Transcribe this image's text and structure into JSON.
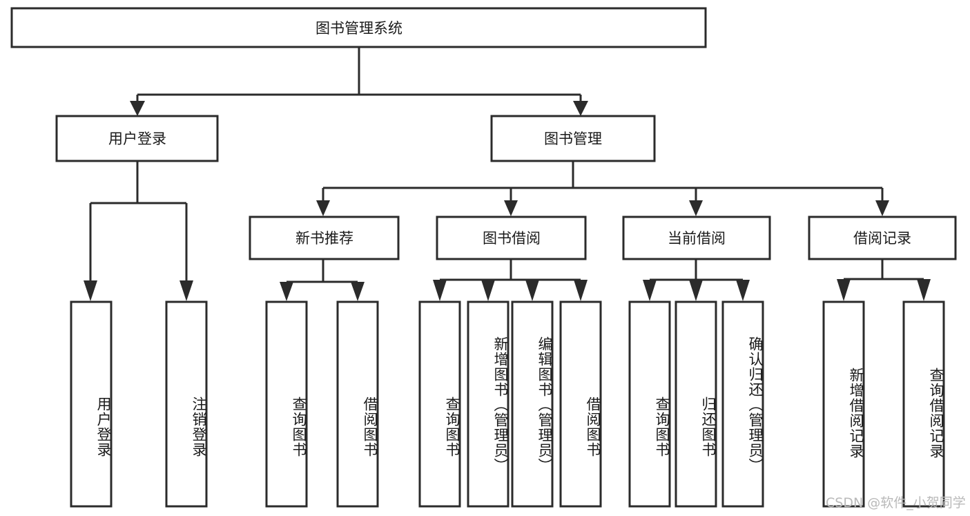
{
  "diagram": {
    "title": "图书管理系统",
    "type": "tree",
    "orientation": "top-down",
    "colors": {
      "box_stroke": "#2b2b2b",
      "box_fill": "#ffffff",
      "connector": "#2b2b2b",
      "text": "#1a1a1a",
      "background": "#ffffff",
      "watermark": "#b9b9b9"
    },
    "root": {
      "id": "root",
      "label": "图书管理系统"
    },
    "level2": [
      {
        "id": "user-login",
        "label": "用户登录"
      },
      {
        "id": "book-manage",
        "label": "图书管理"
      }
    ],
    "level3": [
      {
        "id": "new-book-recommend",
        "label": "新书推荐"
      },
      {
        "id": "book-borrow",
        "label": "图书借阅"
      },
      {
        "id": "current-borrow",
        "label": "当前借阅"
      },
      {
        "id": "borrow-record",
        "label": "借阅记录"
      }
    ],
    "leaves": {
      "user_login": [
        {
          "id": "leaf-user-login",
          "label": "用户登录"
        },
        {
          "id": "leaf-logout-login",
          "label": "注销登录"
        }
      ],
      "new_book_recommend": [
        {
          "id": "leaf-query-book-1",
          "label": "查询图书"
        },
        {
          "id": "leaf-borrow-book-1",
          "label": "借阅图书"
        }
      ],
      "book_borrow": [
        {
          "id": "leaf-query-book-2",
          "label": "查询图书"
        },
        {
          "id": "leaf-add-book",
          "label": "新增图书（管理员）"
        },
        {
          "id": "leaf-edit-book",
          "label": "编辑图书（管理员）"
        },
        {
          "id": "leaf-borrow-book-2",
          "label": "借阅图书"
        }
      ],
      "current_borrow": [
        {
          "id": "leaf-query-book-3",
          "label": "查询图书"
        },
        {
          "id": "leaf-return-book",
          "label": "归还图书"
        },
        {
          "id": "leaf-confirm-return",
          "label": "确认归还（管理员）"
        }
      ],
      "borrow_record": [
        {
          "id": "leaf-add-record",
          "label": "新增借阅记录"
        },
        {
          "id": "leaf-query-record",
          "label": "查询借阅记录"
        }
      ]
    }
  },
  "watermark": {
    "text": "CSDN @软件_小贺同学"
  }
}
